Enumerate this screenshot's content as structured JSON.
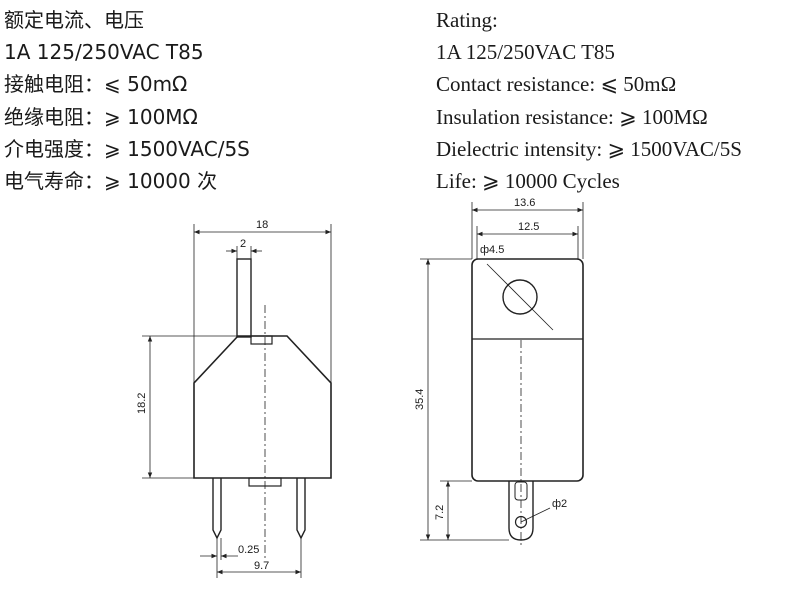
{
  "specs_cn": [
    "额定电流、电压",
    "1A 125/250VAC  T85",
    "接触电阻：⩽ 50mΩ",
    "绝缘电阻：⩾ 100MΩ",
    "介电强度：⩾ 1500VAC/5S",
    "电气寿命：⩾ 10000 次"
  ],
  "specs_en": [
    "Rating:",
    "1A 125/250VAC  T85",
    "Contact resistance: ⩽ 50mΩ",
    "Insulation resistance: ⩾ 100MΩ",
    "Dielectric intensity: ⩾ 1500VAC/5S",
    "Life: ⩾ 10000 Cycles"
  ],
  "front_view": {
    "dim_width": "18",
    "dim_pin_width": "2",
    "dim_body_height": "18.2",
    "dim_pin_thickness": "0.25",
    "dim_pin_spacing": "9.7"
  },
  "side_view": {
    "dim_width": "13.6",
    "dim_inner_width": "12.5",
    "dim_hole": "ф4.5",
    "dim_total_height": "35.4",
    "dim_lead_length": "7.2",
    "dim_lead_hole": "ф2"
  }
}
